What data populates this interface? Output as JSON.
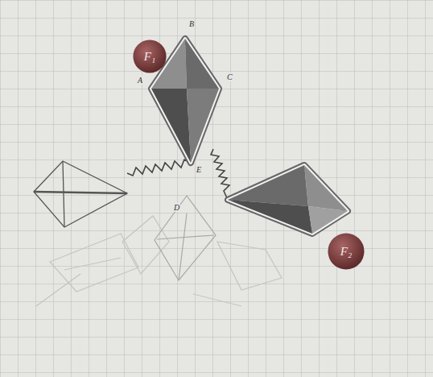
{
  "diagram": {
    "nodes": [
      {
        "text": [
          "F₁"
        ]
      },
      {
        "text": [
          "F₂"
        ]
      }
    ],
    "labels": [
      "B",
      "A",
      "C",
      "E",
      "D"
    ]
  }
}
